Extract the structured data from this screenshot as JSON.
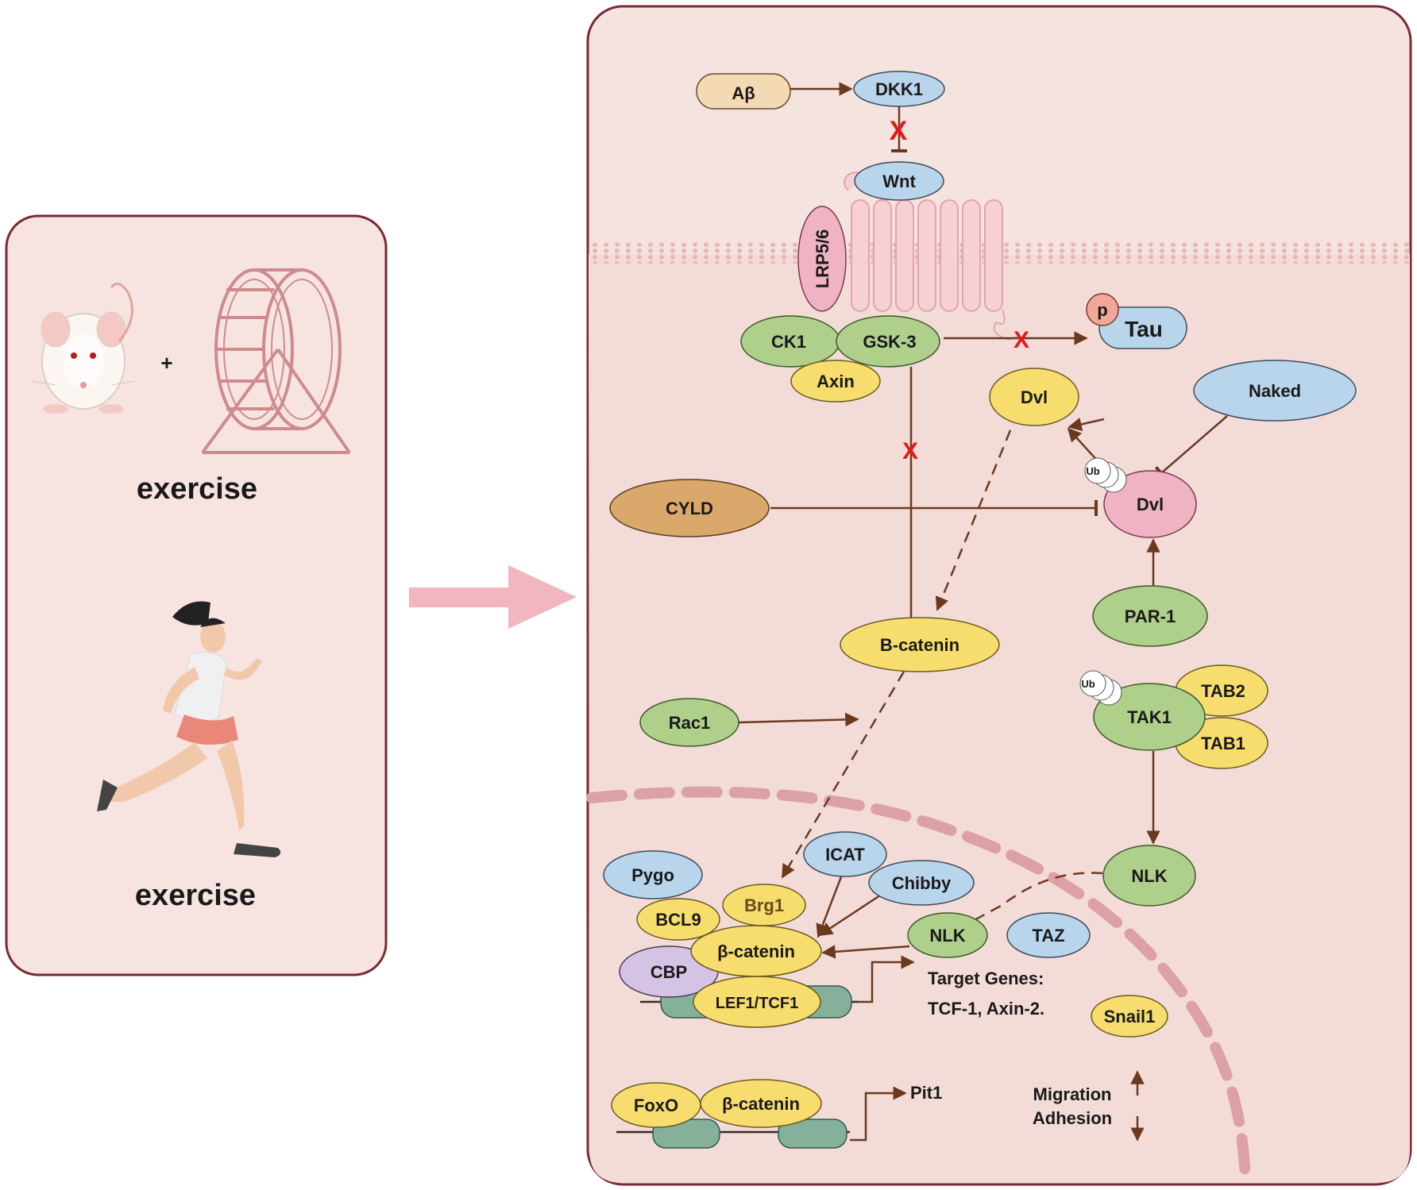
{
  "left_panel": {
    "caption_1": "exercise",
    "plus": "+",
    "caption_2": "exercise"
  },
  "nodes": {
    "abeta": "Aβ",
    "dkk1": "DKK1",
    "wnt": "Wnt",
    "lrp": "LRP5/6",
    "ck1": "CK1",
    "gsk3": "GSK-3",
    "axin": "Axin",
    "p": "p",
    "tau": "Tau",
    "dvl_top": "Dvl",
    "naked": "Naked",
    "cyld": "CYLD",
    "dvl": "Dvl",
    "ub": "Ub",
    "par1": "PAR-1",
    "bcatenin": "B-catenin",
    "rac1": "Rac1",
    "tak1": "TAK1",
    "tab2": "TAB2",
    "tab1": "TAB1",
    "nlk_cyto": "NLK",
    "icat": "ICAT",
    "pygo": "Pygo",
    "chibby": "Chibby",
    "brg1": "Brg1",
    "bcl9": "BCL9",
    "nlk_nuc": "NLK",
    "taz": "TAZ",
    "bcat_nuc": "β-catenin",
    "cbp": "CBP",
    "lef1": "LEF1/TCF1",
    "target_1": "Target Genes:",
    "target_2": "TCF-1, Axin-2.",
    "snail1": "Snail1",
    "foxo": "FoxO",
    "bcat_foxo": "β-catenin",
    "pit1": "Pit1",
    "migration": "Migration",
    "adhesion": "Adhesion"
  },
  "colors": {
    "panel_fill": "#f7e4e1",
    "panel_border": "#7a2a35",
    "arrow": "#6b3a1e",
    "inhibit_x": "#e01b1b",
    "blue": "#b9d5ec",
    "green": "#aed08a",
    "yellow": "#f7dd6e",
    "tan": "#f3d9b4",
    "brown": "#d9a86a",
    "pink": "#efb3c4",
    "purple": "#d4c3e5",
    "teal": "#84b09c",
    "nuclear_dash": "#dca0a8"
  }
}
